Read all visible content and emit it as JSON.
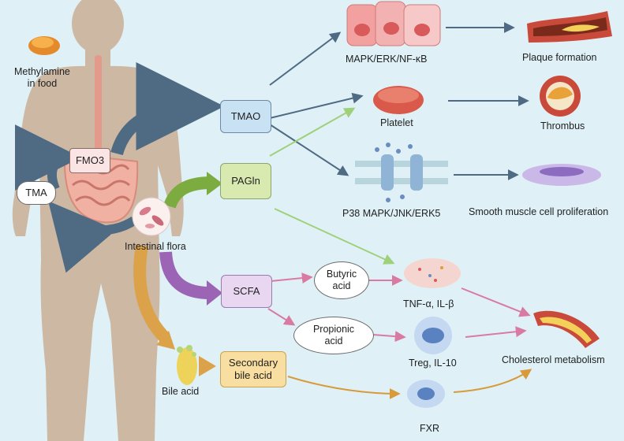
{
  "labels": {
    "methylamine": "Methylamine\nin food",
    "fmo3": "FMO3",
    "tma": "TMA",
    "intestinal_flora": "Intestinal flora",
    "bile_acid": "Bile acid",
    "tmao": "TMAO",
    "pagln": "PAGln",
    "scfa": "SCFA",
    "secondary_bile_acid": "Secondary\nbile acid",
    "butyric_acid": "Butyric\nacid",
    "propionic_acid": "Propionic\nacid",
    "mapk": "MAPK/ERK/NF-κB",
    "platelet": "Platelet",
    "p38": "P38 MAPK/JNK/ERK5",
    "plaque": "Plaque formation",
    "thrombus": "Thrombus",
    "smooth_muscle": "Smooth muscle cell proliferation",
    "tnf": "TNF-α, IL-β",
    "treg": "Treg, IL-10",
    "cholesterol": "Cholesterol metabolism",
    "fxr": "FXR"
  },
  "colors": {
    "background": "#dff1f7",
    "body_silhouette": "#cdb9a3",
    "tmao_box": "#c9e2f3",
    "pagln_box": "#d8eab0",
    "scfa_box": "#e9d6f1",
    "secondary_bile_box": "#f8dea0",
    "arrow_slate": "#4f6a83",
    "arrow_green": "#7cab3f",
    "arrow_purple": "#9b64b5",
    "arrow_orange": "#dba24a",
    "arrow_pink": "#d97aa3",
    "arrow_light_green": "#9fd07a"
  }
}
